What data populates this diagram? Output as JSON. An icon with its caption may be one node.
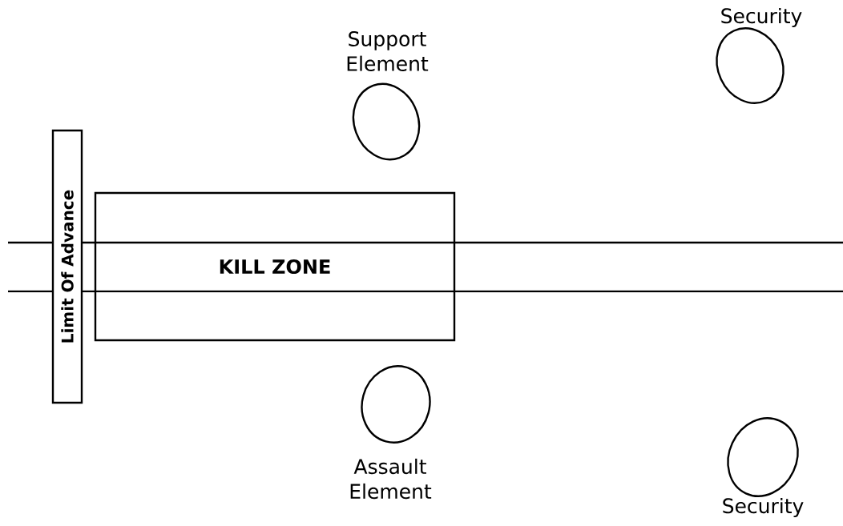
{
  "diagram": {
    "nodes": [
      {
        "text": [
          "Limit Of Advance"
        ]
      },
      {
        "text": [
          "KILL ZONE"
        ]
      },
      {
        "text": [
          "Support Element"
        ]
      },
      {
        "text": [
          "Security"
        ]
      },
      {
        "text": [
          "Assault Element"
        ]
      },
      {
        "text": [
          "Security"
        ]
      }
    ],
    "edges": []
  }
}
